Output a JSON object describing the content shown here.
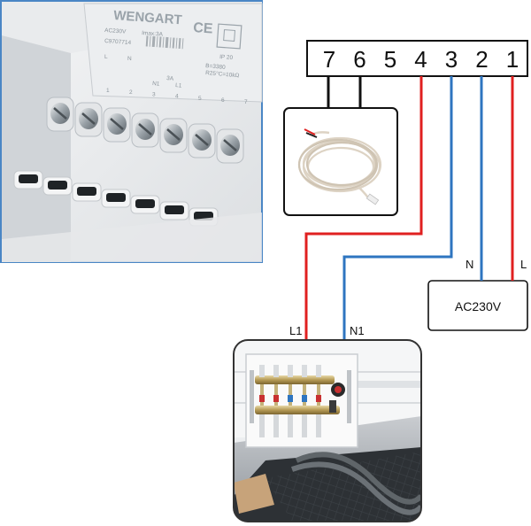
{
  "terminal_block": {
    "numbers": [
      "7",
      "6",
      "5",
      "4",
      "3",
      "2",
      "1"
    ]
  },
  "power_box": {
    "label": "AC230V"
  },
  "wire_labels": {
    "N": "N",
    "L": "L",
    "L1": "L1",
    "N1": "N1"
  },
  "device_photo": {
    "brand": "WENGART",
    "rating_left": "AC230V",
    "rating_right": "Imax:3A",
    "code": "C9707714",
    "ip": "IP 20",
    "terminal_labels": [
      "L",
      "N",
      "",
      "",
      "",
      "",
      ""
    ],
    "terminal_numbers": [
      "1",
      "2",
      "3",
      "4",
      "5",
      "6",
      "7"
    ],
    "load_label": "3A",
    "load_terminals": [
      "N1",
      "L1"
    ],
    "sensor_spec_1": "B=3380",
    "sensor_spec_2": "R25°C=10kΩ"
  },
  "colors": {
    "red": "#e02020",
    "blue": "#2e75c0",
    "black": "#111111",
    "photo_border": "#4a86c5"
  }
}
